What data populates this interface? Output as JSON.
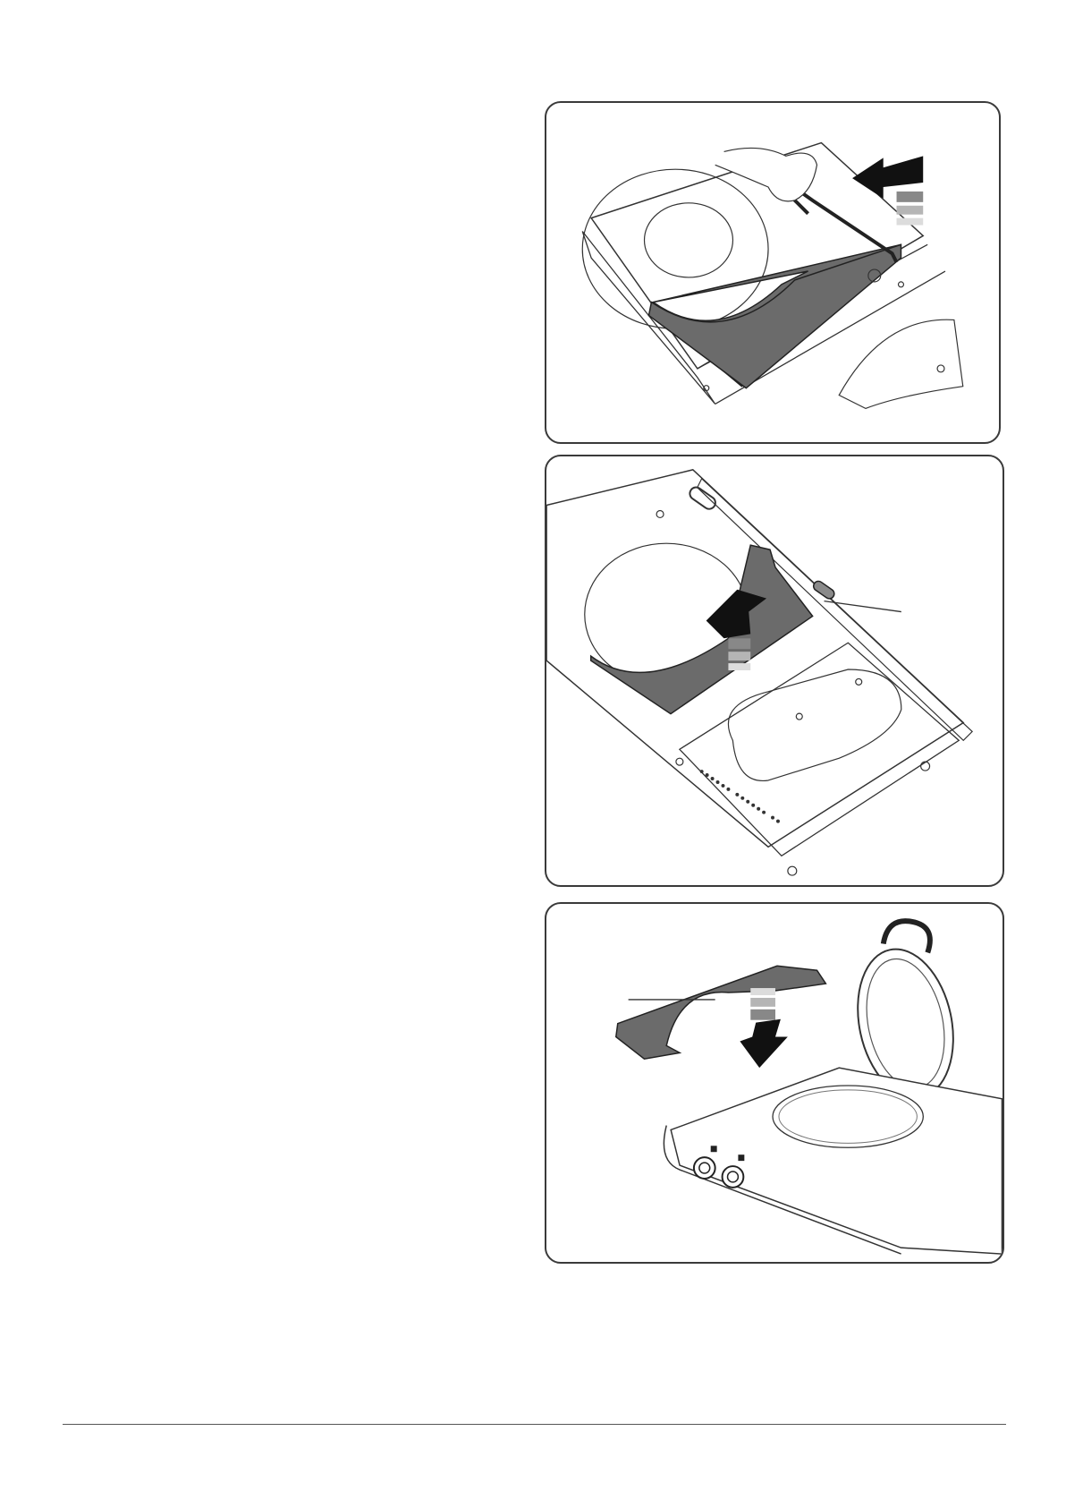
{
  "page": {
    "background": "#ffffff",
    "line_color": "#3a3a3a",
    "plate_fill": "#6b6b6b"
  },
  "figures": [
    {
      "id": "figure-1",
      "description_icon": "remove-plate-slide-out-icon",
      "arrow": "left"
    },
    {
      "id": "figure-2",
      "description_icon": "lift-plate-up-icon",
      "arrow": "up",
      "callout_text": ""
    },
    {
      "id": "figure-3",
      "description_icon": "insert-plate-down-icon",
      "arrow": "down",
      "callout_text": ""
    }
  ]
}
